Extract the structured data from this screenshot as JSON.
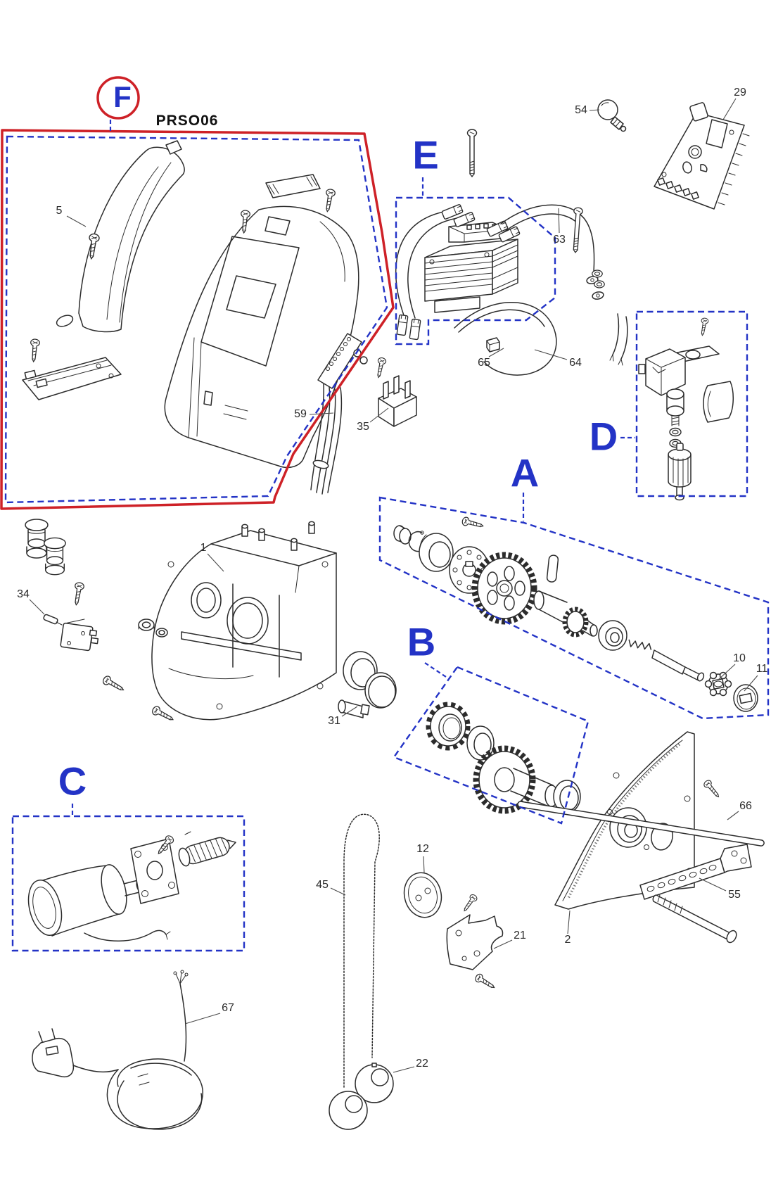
{
  "labels": {
    "kit": "PRSO06",
    "sections": {
      "a": "A",
      "b": "B",
      "c": "C",
      "d": "D",
      "e": "E",
      "f": "F"
    },
    "parts": {
      "n1": "1",
      "n2": "2",
      "n5": "5",
      "n10": "10",
      "n11": "11",
      "n12": "12",
      "n21": "21",
      "n22": "22",
      "n29": "29",
      "n31": "31",
      "n34": "34",
      "n35": "35",
      "n45": "45",
      "n54": "54",
      "n55": "55",
      "n59": "59",
      "n63": "63",
      "n64": "64",
      "n65": "65",
      "n66": "66",
      "n67": "67"
    }
  },
  "colors": {
    "section_label_blue": "#2333c6",
    "highlight_red": "#ce2127",
    "line_ink": "#2c2c2c"
  }
}
